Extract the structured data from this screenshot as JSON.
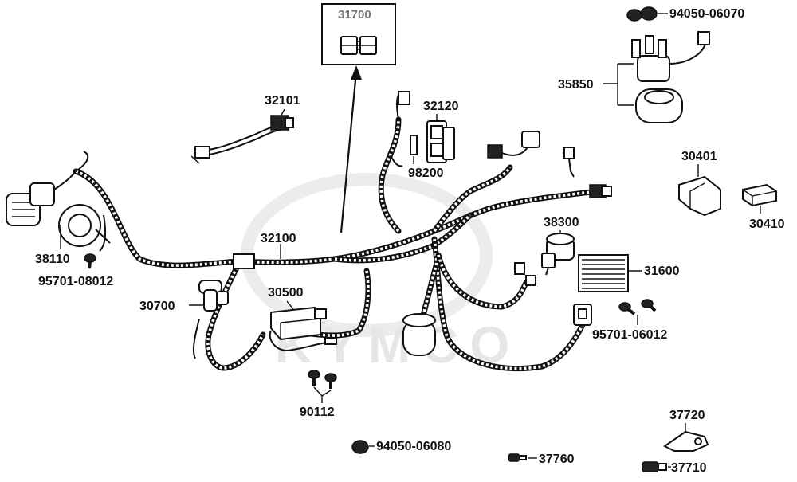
{
  "watermark": "KYMCO",
  "labels": {
    "p31700": "31700",
    "p94050_06070": "94050-06070",
    "p35850": "35850",
    "p32101": "32101",
    "p32120": "32120",
    "p98200": "98200",
    "p30401": "30401",
    "p30410": "30410",
    "p38300": "38300",
    "p31600": "31600",
    "p32100": "32100",
    "p38110": "38110",
    "p95701_08012": "95701-08012",
    "p30700": "30700",
    "p30500": "30500",
    "p95701_06012": "95701-06012",
    "p90112": "90112",
    "p37720": "37720",
    "p94050_06080": "94050-06080",
    "p37760": "37760",
    "p37710": "37710"
  },
  "colors": {
    "ink": "#111111",
    "watermark": "#e6e6e6",
    "box_label": "#777777"
  }
}
